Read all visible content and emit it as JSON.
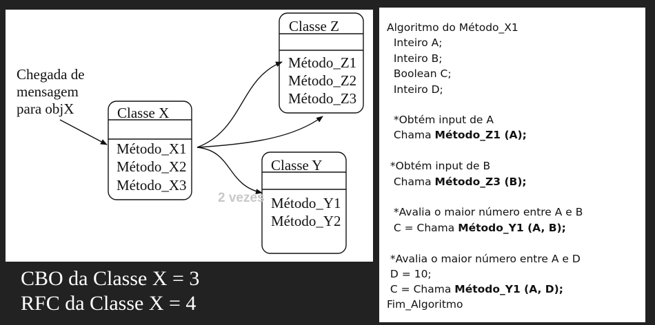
{
  "diagram": {
    "incoming_note": [
      "Chegada de",
      "mensagem",
      "para objX"
    ],
    "watermark": "2 vezes",
    "classes": {
      "x": {
        "name": "Classe X",
        "methods": [
          "Método_X1",
          "Método_X2",
          "Método_X3"
        ]
      },
      "y": {
        "name": "Classe Y",
        "methods": [
          "Método_Y1",
          "Método_Y2"
        ]
      },
      "z": {
        "name": "Classe Z",
        "methods": [
          "Método_Z1",
          "Método_Z2",
          "Método_Z3"
        ]
      }
    }
  },
  "metrics": {
    "cbo": "CBO da Classe X = 3",
    "rfc": "RFC da Classe X = 4"
  },
  "algorithm": {
    "lines": [
      {
        "text": "Algoritmo do Método_X1",
        "bold": ""
      },
      {
        "text": "  Inteiro A;",
        "bold": ""
      },
      {
        "text": "  Inteiro B;",
        "bold": ""
      },
      {
        "text": "  Boolean C;",
        "bold": ""
      },
      {
        "text": "  Inteiro D;",
        "bold": ""
      },
      {
        "text": "",
        "bold": ""
      },
      {
        "text": "  *Obtém input de A",
        "bold": ""
      },
      {
        "text": "  Chama ",
        "bold": "Método_Z1 (A);"
      },
      {
        "text": "",
        "bold": ""
      },
      {
        "text": " *Obtém input de B",
        "bold": ""
      },
      {
        "text": "  Chama ",
        "bold": "Método_Z3 (B);"
      },
      {
        "text": "",
        "bold": ""
      },
      {
        "text": "  *Avalia o maior número entre A e B",
        "bold": ""
      },
      {
        "text": "  C = Chama ",
        "bold": "Método_Y1 (A, B);"
      },
      {
        "text": "",
        "bold": ""
      },
      {
        "text": " *Avalia o maior número entre A e D",
        "bold": ""
      },
      {
        "text": " D = 10;",
        "bold": ""
      },
      {
        "text": " C = Chama ",
        "bold": "Método_Y1 (A, D);"
      },
      {
        "text": "Fim_Algoritmo",
        "bold": ""
      }
    ]
  }
}
